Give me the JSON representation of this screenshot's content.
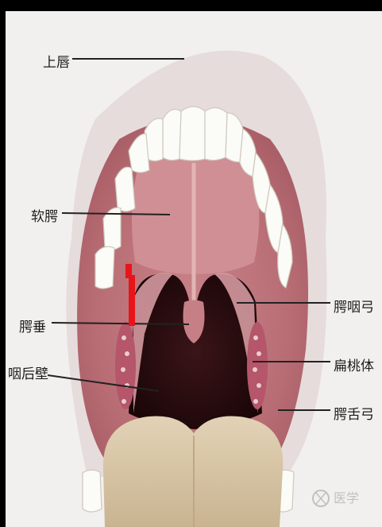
{
  "title": "",
  "labels": {
    "upper_lip": "上唇",
    "soft_palate": "软腭",
    "uvula": "腭垂",
    "posterior_pharyngeal_wall": "咽后壁",
    "palatopharyngeal_arch": "腭咽弓",
    "tonsil": "扁桃体",
    "palatoglossal_arch": "腭舌弓"
  },
  "watermark": "医学",
  "colors": {
    "background": "#f1f0ee",
    "frame": "#000000",
    "title": "#ffe600",
    "marker": "#e8141a",
    "leader": "#222222"
  }
}
